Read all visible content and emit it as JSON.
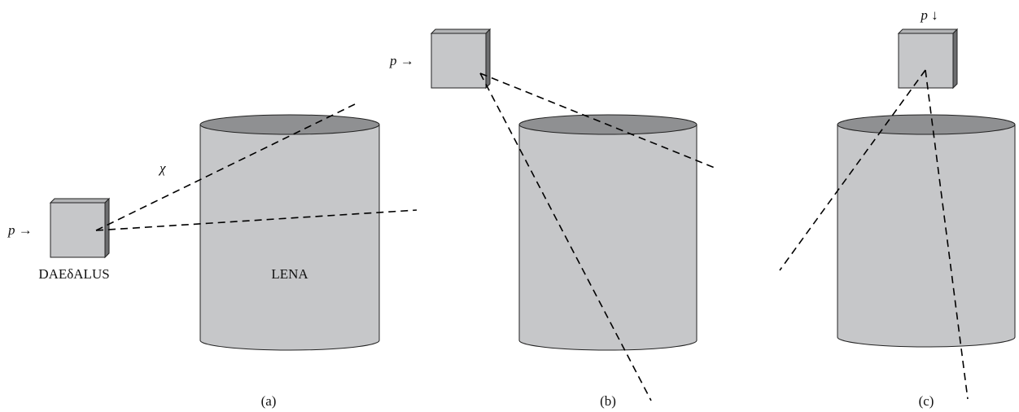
{
  "panels": [
    {
      "caption": "(a)",
      "beam_label": "p →",
      "detector_label": "LENA",
      "source_label": "DAEδALUS",
      "particle_label": "χ"
    },
    {
      "caption": "(b)",
      "beam_label": "p →"
    },
    {
      "caption": "(c)",
      "beam_label": "p ↓"
    }
  ],
  "colors": {
    "detector_body": "#c6c7c9",
    "detector_top": "#8f9092",
    "cube_side": "#6d6e70",
    "dashed_line": "#000000"
  }
}
